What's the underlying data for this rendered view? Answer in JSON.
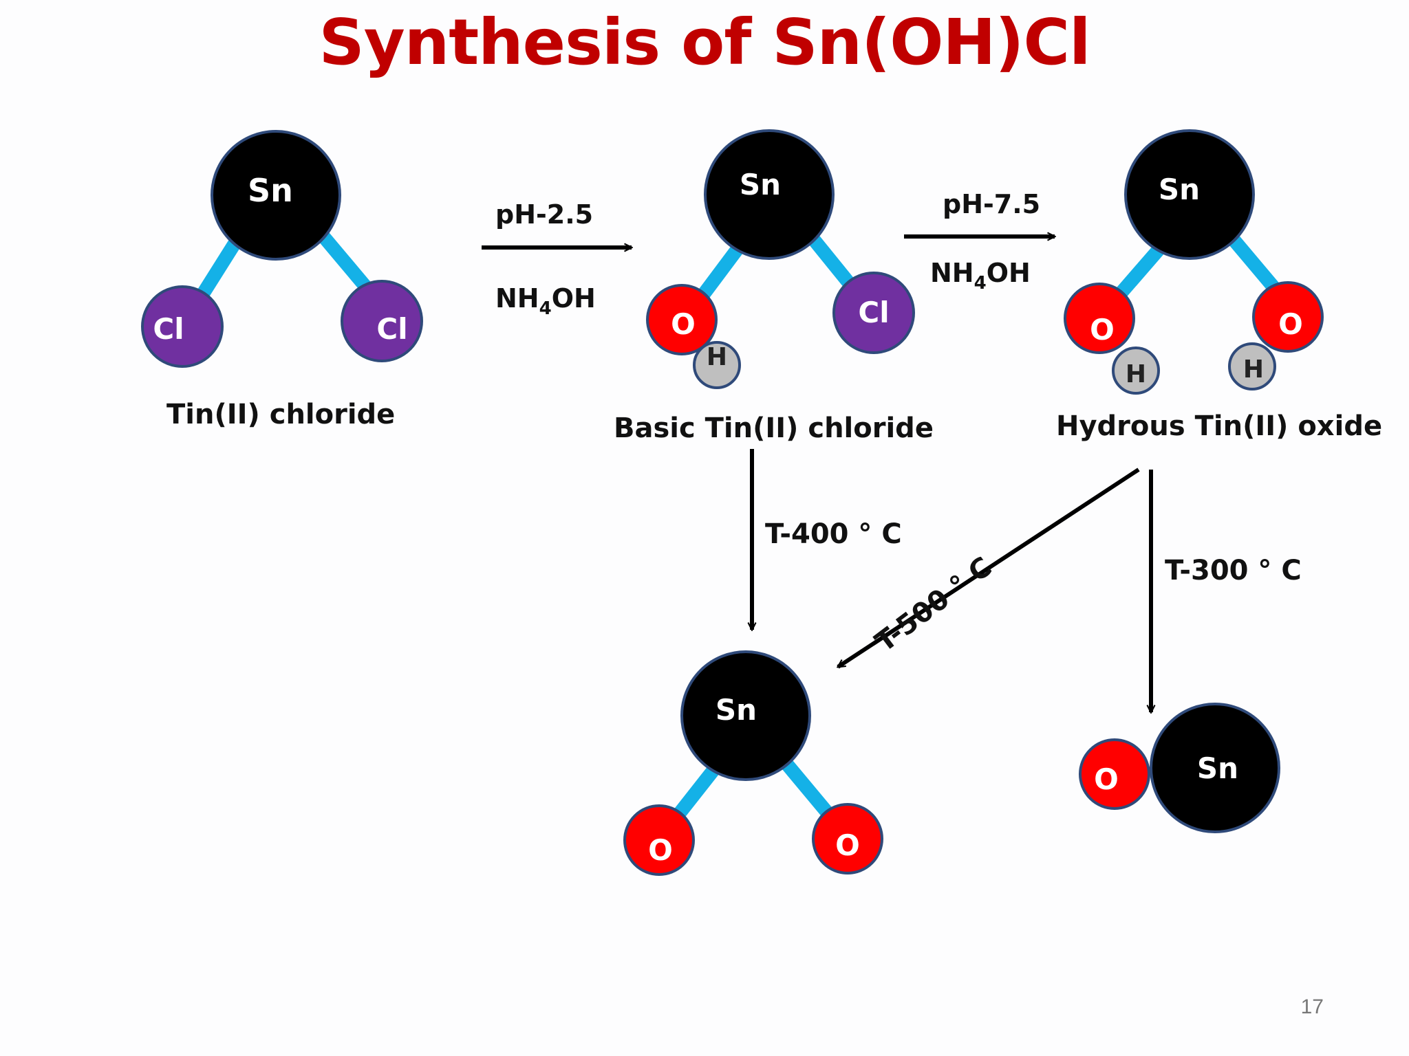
{
  "title": "Synthesis of Sn(OH)Cl",
  "page_number": "17",
  "colors": {
    "title": "#c00000",
    "tin": "#000000",
    "chlorine": "#7030a0",
    "oxygen": "#ff0000",
    "hydrogen": "#bfbfbf",
    "atom_outline": "#2f4a7a",
    "bond": "#14b1e7",
    "arrow": "#000000"
  },
  "atoms": {
    "sn": "Sn",
    "cl": "Cl",
    "o": "O",
    "h": "H"
  },
  "molecules": {
    "tin_chloride": "Tin(II) chloride",
    "basic_tin_chloride": "Basic Tin(II) chloride",
    "hydrous_tin_oxide": "Hydrous Tin(II) oxide"
  },
  "reactions": {
    "step1": {
      "condition": "pH-2.5",
      "reagent_main": "NH",
      "reagent_sub": "4",
      "reagent_tail": "OH"
    },
    "step2": {
      "condition": "pH-7.5",
      "reagent_main": "NH",
      "reagent_sub": "4",
      "reagent_tail": "OH"
    },
    "step3": {
      "condition": "T-400 ° C"
    },
    "step4": {
      "condition": "T-500 ° C"
    },
    "step5": {
      "condition": "T-300 ° C"
    }
  }
}
